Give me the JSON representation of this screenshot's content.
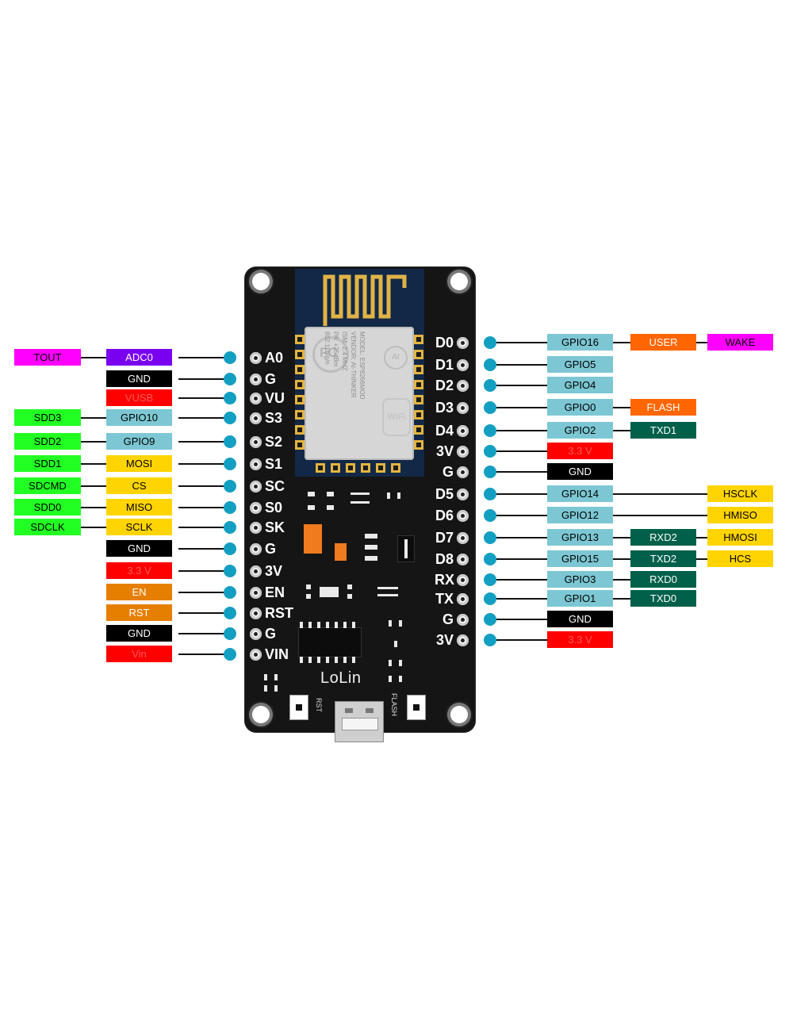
{
  "board": {
    "brand": "LoLin",
    "rst_label": "RST",
    "flash_label": "FLASH",
    "module_text": "MODEL: ESP8266MOD\nVENDOR: AI-THINKER\nISM: 2.4 MHZ\nPA: +25dBm\n802.11b/g/n",
    "fc_mark": "FC",
    "wifi_mark": "WiFi",
    "ai_mark": "AI"
  },
  "colors": {
    "purple": "#7a00f0",
    "black": "#000000",
    "red": "#ff0000",
    "lightblue": "#7cc7d3",
    "green": "#22ff22",
    "yellow": "#ffd400",
    "orange_dark": "#e67e00",
    "orange": "#ff6600",
    "magenta": "#ff00ff",
    "darkgreen": "#00604a",
    "connector_dot": "#139fc2"
  },
  "left_pins": [
    {
      "pin": "A0",
      "labels": [
        {
          "text": "TOUT",
          "color": "magenta",
          "fg": "#000000"
        },
        {
          "text": "ADC0",
          "color": "purple",
          "fg": "#ffffff"
        }
      ]
    },
    {
      "pin": "G",
      "labels": [
        {
          "text": "GND",
          "color": "black",
          "fg": "#ffffff"
        }
      ]
    },
    {
      "pin": "VU",
      "labels": [
        {
          "text": "VUSB",
          "color": "red",
          "fg": "#ff5a5a"
        }
      ]
    },
    {
      "pin": "S3",
      "labels": [
        {
          "text": "SDD3",
          "color": "green",
          "fg": "#000000"
        },
        {
          "text": "GPIO10",
          "color": "lightblue",
          "fg": "#000000"
        }
      ]
    },
    {
      "pin": "S2",
      "labels": [
        {
          "text": "SDD2",
          "color": "green",
          "fg": "#000000"
        },
        {
          "text": "GPIO9",
          "color": "lightblue",
          "fg": "#000000"
        }
      ]
    },
    {
      "pin": "S1",
      "labels": [
        {
          "text": "SDD1",
          "color": "green",
          "fg": "#000000"
        },
        {
          "text": "MOSI",
          "color": "yellow",
          "fg": "#000000"
        }
      ]
    },
    {
      "pin": "SC",
      "labels": [
        {
          "text": "SDCMD",
          "color": "green",
          "fg": "#000000"
        },
        {
          "text": "CS",
          "color": "yellow",
          "fg": "#000000"
        }
      ]
    },
    {
      "pin": "S0",
      "labels": [
        {
          "text": "SDD0",
          "color": "green",
          "fg": "#000000"
        },
        {
          "text": "MISO",
          "color": "yellow",
          "fg": "#000000"
        }
      ]
    },
    {
      "pin": "SK",
      "labels": [
        {
          "text": "SDCLK",
          "color": "green",
          "fg": "#000000"
        },
        {
          "text": "SCLK",
          "color": "yellow",
          "fg": "#000000"
        }
      ]
    },
    {
      "pin": "G",
      "labels": [
        {
          "text": "GND",
          "color": "black",
          "fg": "#ffffff"
        }
      ]
    },
    {
      "pin": "3V",
      "labels": [
        {
          "text": "3.3 V",
          "color": "red",
          "fg": "#ff5a5a"
        }
      ]
    },
    {
      "pin": "EN",
      "labels": [
        {
          "text": "EN",
          "color": "orange_dark",
          "fg": "#ffffff"
        }
      ]
    },
    {
      "pin": "RST",
      "labels": [
        {
          "text": "RST",
          "color": "orange_dark",
          "fg": "#ffffff"
        }
      ]
    },
    {
      "pin": "G",
      "labels": [
        {
          "text": "GND",
          "color": "black",
          "fg": "#ffffff"
        }
      ]
    },
    {
      "pin": "VIN",
      "labels": [
        {
          "text": "Vin",
          "color": "red",
          "fg": "#ff5a5a"
        }
      ]
    }
  ],
  "right_pins": [
    {
      "pin": "D0",
      "labels": [
        {
          "text": "GPIO16",
          "color": "lightblue",
          "fg": "#000000"
        },
        {
          "text": "USER",
          "color": "orange",
          "fg": "#ffffff"
        },
        {
          "text": "WAKE",
          "color": "magenta",
          "fg": "#000000"
        }
      ]
    },
    {
      "pin": "D1",
      "labels": [
        {
          "text": "GPIO5",
          "color": "lightblue",
          "fg": "#000000"
        }
      ]
    },
    {
      "pin": "D2",
      "labels": [
        {
          "text": "GPIO4",
          "color": "lightblue",
          "fg": "#000000"
        }
      ]
    },
    {
      "pin": "D3",
      "labels": [
        {
          "text": "GPIO0",
          "color": "lightblue",
          "fg": "#000000"
        },
        {
          "text": "FLASH",
          "color": "orange",
          "fg": "#ffffff"
        }
      ]
    },
    {
      "pin": "D4",
      "labels": [
        {
          "text": "GPIO2",
          "color": "lightblue",
          "fg": "#000000"
        },
        {
          "text": "TXD1",
          "color": "darkgreen",
          "fg": "#ffffff"
        }
      ]
    },
    {
      "pin": "3V",
      "labels": [
        {
          "text": "3.3 V",
          "color": "red",
          "fg": "#ff5a5a"
        }
      ]
    },
    {
      "pin": "G",
      "labels": [
        {
          "text": "GND",
          "color": "black",
          "fg": "#ffffff"
        }
      ]
    },
    {
      "pin": "D5",
      "labels": [
        {
          "text": "GPIO14",
          "color": "lightblue",
          "fg": "#000000"
        },
        {
          "text": "HSCLK",
          "color": "yellow",
          "fg": "#000000",
          "far": true
        }
      ]
    },
    {
      "pin": "D6",
      "labels": [
        {
          "text": "GPIO12",
          "color": "lightblue",
          "fg": "#000000"
        },
        {
          "text": "HMISO",
          "color": "yellow",
          "fg": "#000000",
          "far": true
        }
      ]
    },
    {
      "pin": "D7",
      "labels": [
        {
          "text": "GPIO13",
          "color": "lightblue",
          "fg": "#000000"
        },
        {
          "text": "RXD2",
          "color": "darkgreen",
          "fg": "#ffffff"
        },
        {
          "text": "HMOSI",
          "color": "yellow",
          "fg": "#000000"
        }
      ]
    },
    {
      "pin": "D8",
      "labels": [
        {
          "text": "GPIO15",
          "color": "lightblue",
          "fg": "#000000"
        },
        {
          "text": "TXD2",
          "color": "darkgreen",
          "fg": "#ffffff"
        },
        {
          "text": "HCS",
          "color": "yellow",
          "fg": "#000000"
        }
      ]
    },
    {
      "pin": "RX",
      "labels": [
        {
          "text": "GPIO3",
          "color": "lightblue",
          "fg": "#000000"
        },
        {
          "text": "RXD0",
          "color": "darkgreen",
          "fg": "#ffffff"
        }
      ]
    },
    {
      "pin": "TX",
      "labels": [
        {
          "text": "GPIO1",
          "color": "lightblue",
          "fg": "#000000"
        },
        {
          "text": "TXD0",
          "color": "darkgreen",
          "fg": "#ffffff"
        }
      ]
    },
    {
      "pin": "G",
      "labels": [
        {
          "text": "GND",
          "color": "black",
          "fg": "#ffffff"
        }
      ]
    },
    {
      "pin": "3V",
      "labels": [
        {
          "text": "3.3 V",
          "color": "red",
          "fg": "#ff5a5a"
        }
      ]
    }
  ]
}
